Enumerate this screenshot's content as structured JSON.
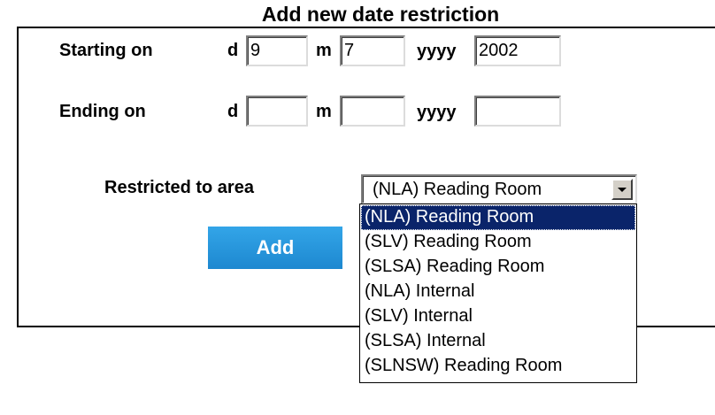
{
  "form": {
    "title": "Add new date restriction",
    "starting": {
      "label": "Starting on",
      "day_label": "d",
      "month_label": "m",
      "year_label": "yyyy",
      "day_value": "9",
      "month_value": "7",
      "year_value": "2002"
    },
    "ending": {
      "label": "Ending on",
      "day_label": "d",
      "month_label": "m",
      "year_label": "yyyy",
      "day_value": "",
      "month_value": "",
      "year_value": ""
    },
    "area": {
      "label": "Restricted to area",
      "selected": "(NLA) Reading Room",
      "options": [
        "(NLA) Reading Room",
        "(SLV) Reading Room",
        "(SLSA) Reading Room",
        "(NLA) Internal",
        "(SLV) Internal",
        "(SLSA) Internal",
        "(SLNSW) Reading Room"
      ],
      "highlighted_index": 0
    },
    "add_label": "Add"
  },
  "colors": {
    "add_button": "#2596dc",
    "highlight": "#0a246a"
  },
  "icons": {
    "dropdown": "chevron-down-icon"
  }
}
